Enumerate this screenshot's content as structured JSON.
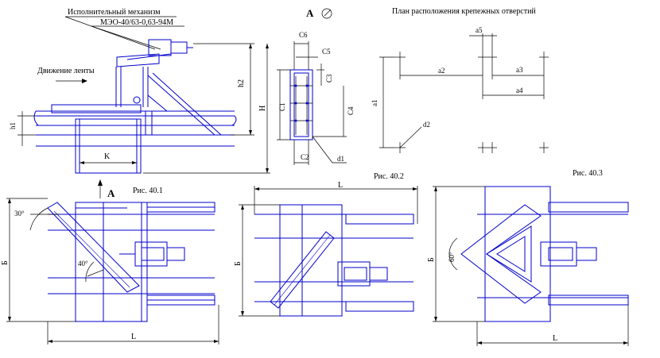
{
  "labels": {
    "mechanism_line1": "Исполнительный механизм",
    "mechanism_line2": "МЭО-40/63-0,63-94М",
    "belt_motion": "Движение ленты",
    "view_a": "А",
    "view_a_bottom": "А",
    "hole_plan_title": "План расположения крепежных отверстий",
    "fig_40_1": "Рис.  40.1",
    "fig_40_2": "Рис.  40.2",
    "fig_40_3": "Рис.  40.3"
  },
  "dims": {
    "h1": "h1",
    "h2": "h2",
    "H": "H",
    "K": "K",
    "c1": "C1",
    "c2": "C2",
    "c3": "C3",
    "c4": "C4",
    "c5": "C5",
    "c6": "C6",
    "d1": "d1",
    "d2": "d2",
    "a1": "a1",
    "a2": "a2",
    "a3": "a3",
    "a4": "a4",
    "a5": "a5",
    "L1": "L",
    "L2": "L",
    "L3": "L",
    "B1": "Б",
    "B2": "Б",
    "B3": "Б",
    "angle30": "30°",
    "angle40": "40°",
    "angle60": "60°"
  },
  "colors": {
    "drawing": "#0000cc",
    "dimension": "#000000"
  }
}
